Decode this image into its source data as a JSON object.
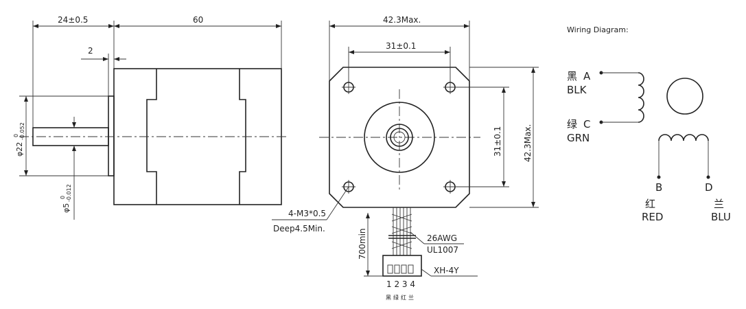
{
  "side_view": {
    "dim_flange_length": "24±0.5",
    "dim_body_length": "60",
    "dim_flange_thickness": "2",
    "dim_boss_diameter": "φ22",
    "dim_boss_tol": "-0.052",
    "dim_shaft_diameter": "φ5",
    "dim_shaft_tol": "-0.012",
    "tol_zero": "0"
  },
  "front_view": {
    "dim_width_max": "42.3Max.",
    "dim_hole_spacing_h": "31±0.1",
    "dim_hole_spacing_v": "31±0.1",
    "dim_height_max": "42.3Max.",
    "thread_note_1": "4-M3*0.5",
    "thread_note_2": "Deep4.5Min.",
    "lead_length": "700min",
    "wire_gauge": "26AWG",
    "wire_type": "UL1007",
    "connector": "XH-4Y",
    "pin_numbers": "1 2 3 4",
    "pin_colors_cn": "黑绿红兰"
  },
  "wiring": {
    "title": "Wiring Diagram:",
    "a_cn": "黑",
    "a_letter": "A",
    "a_en": "BLK",
    "c_cn": "绿",
    "c_letter": "C",
    "c_en": "GRN",
    "b_letter": "B",
    "b_cn": "红",
    "b_en": "RED",
    "d_letter": "D",
    "d_cn": "兰",
    "d_en": "BLU"
  }
}
